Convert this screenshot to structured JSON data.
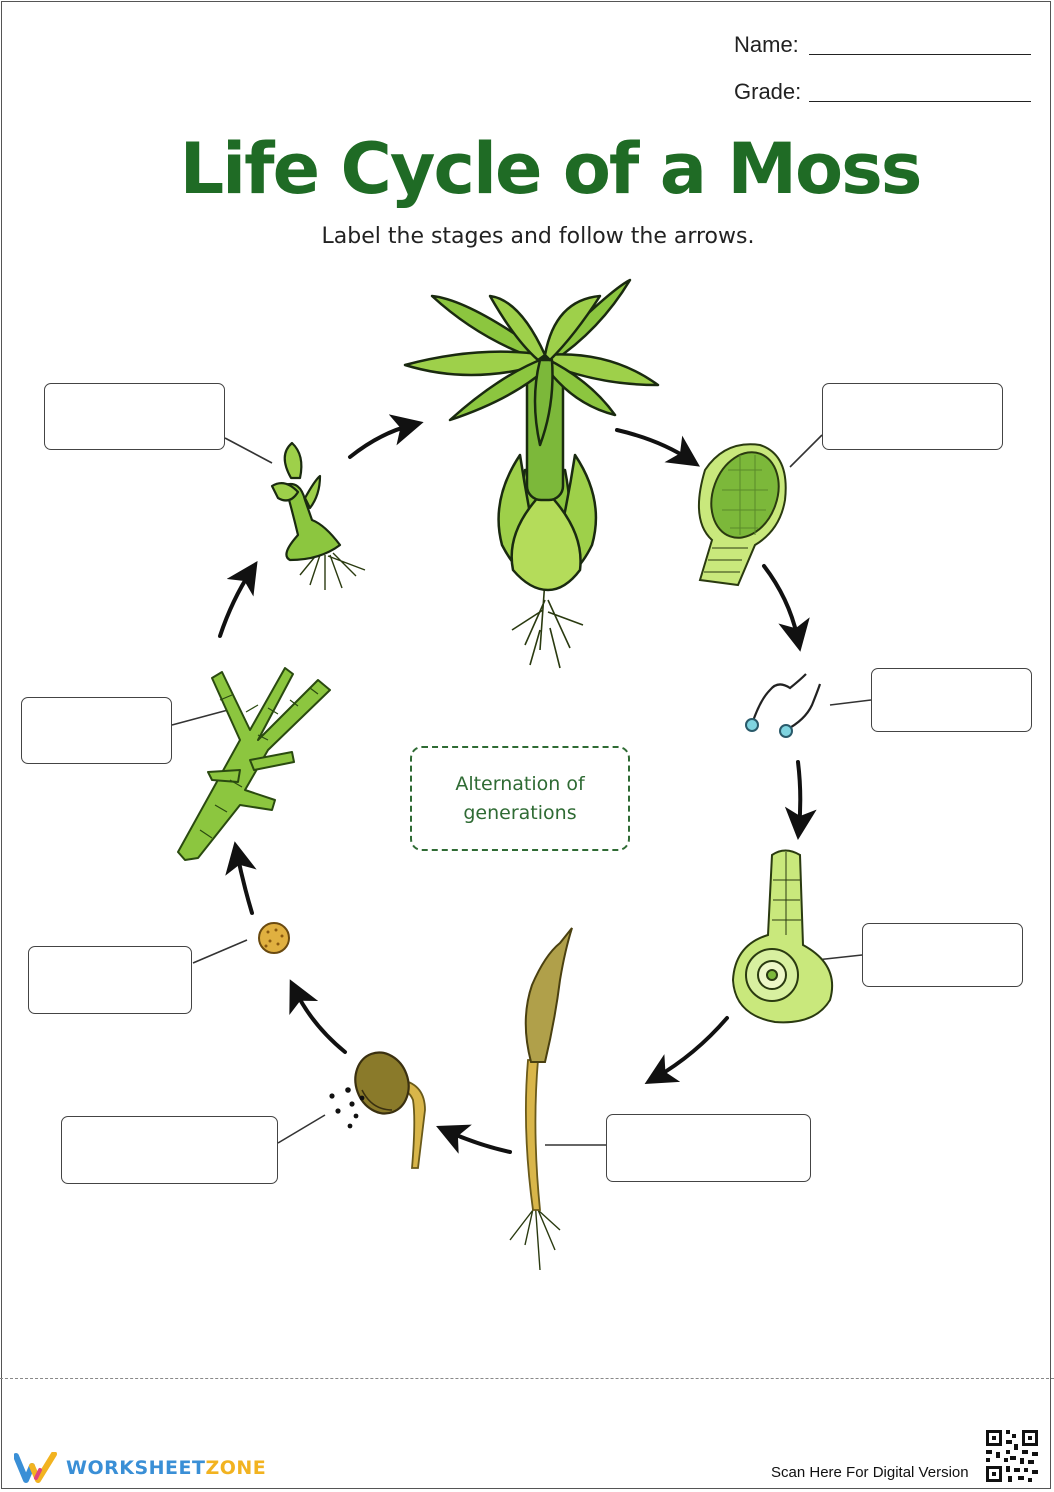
{
  "header": {
    "name_label": "Name:",
    "grade_label": "Grade:"
  },
  "title": "Life Cycle of a Moss",
  "subtitle": "Label the stages and follow the arrows.",
  "center_note": "Alternation of generations",
  "label_boxes_count_hint": "",
  "footer": {
    "brand_part1": "WORKSHEET",
    "brand_part2": "ZONE",
    "scan_text": "Scan Here For Digital Version"
  },
  "colors": {
    "title_green": "#1f6b25",
    "leaf_green": "#8cc63f",
    "dark_outline": "#1a2a10",
    "capsule_brown": "#8a7a2a",
    "brand_blue": "#3a8fd6",
    "brand_yellow": "#f2b320"
  }
}
